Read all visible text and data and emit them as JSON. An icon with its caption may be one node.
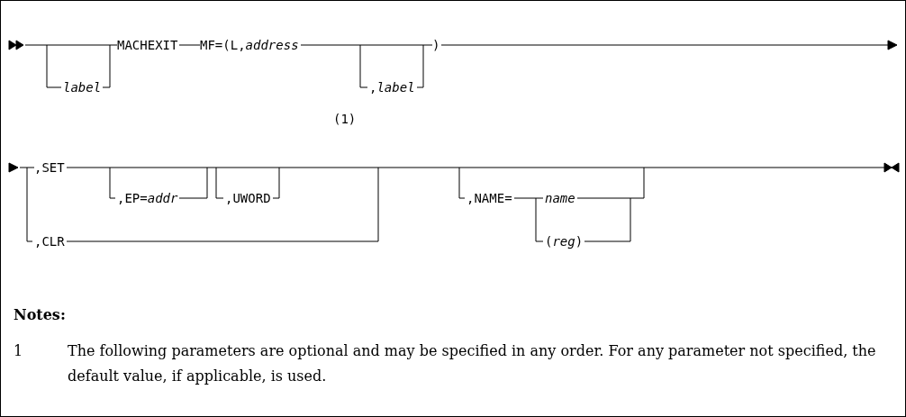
{
  "diagram": {
    "labels": [
      "label",
      "MACHEXIT",
      "MF=(L,*address*",
      ",*label*",
      ")",
      "(1)",
      ",SET",
      ",EP=*addr*",
      ",UWORD",
      ",CLR",
      ",NAME=",
      "name",
      "(*reg*)",
      "Notes:",
      "1",
      "The following parameters are optional and may be specified in any order. For any parameter not specified, the default value, if applicable, is used."
    ]
  }
}
